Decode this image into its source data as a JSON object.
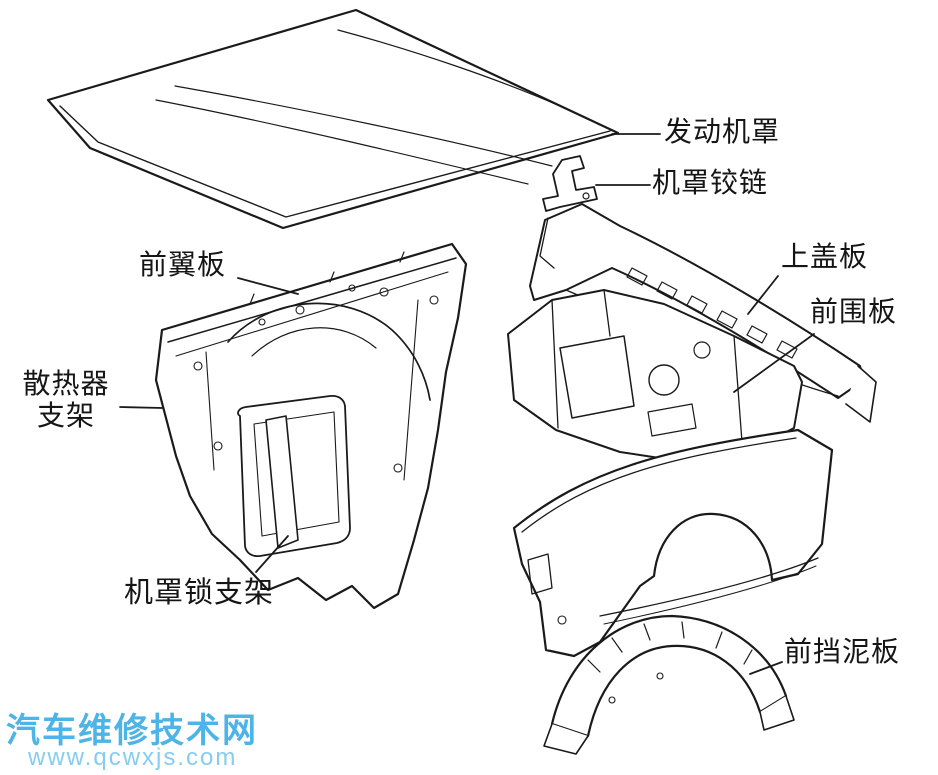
{
  "diagram": {
    "labels": {
      "hood": "发动机罩",
      "hood_hinge": "机罩铰链",
      "upper_cover": "上盖板",
      "front_panel": "前围板",
      "front_fender_apron": "前翼板",
      "radiator_bracket_line1": "散热器",
      "radiator_bracket_line2": "支架",
      "hood_lock_bracket": "机罩锁支架",
      "front_mudguard": "前挡泥板"
    }
  },
  "watermark": {
    "site_name": "汽车维修技术网",
    "site_url": "www.qcwxjs.com"
  },
  "colors": {
    "line": "#1a1a1a",
    "watermark_primary": "#4cb4e6",
    "watermark_secondary": "#85cdf0",
    "background": "#ffffff"
  }
}
